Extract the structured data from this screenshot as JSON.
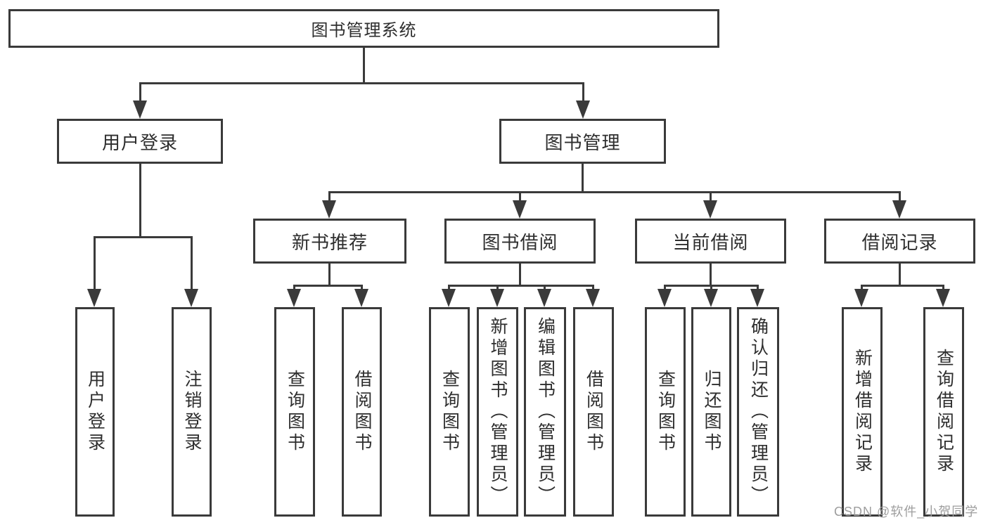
{
  "diagram_title": "图书管理系统",
  "tree": {
    "label": "图书管理系统",
    "children": [
      {
        "label": "用户登录",
        "children": [
          {
            "label": "用户登录"
          },
          {
            "label": "注销登录"
          }
        ]
      },
      {
        "label": "图书管理",
        "children": [
          {
            "label": "新书推荐",
            "children": [
              {
                "label": "查询图书"
              },
              {
                "label": "借阅图书"
              }
            ]
          },
          {
            "label": "图书借阅",
            "children": [
              {
                "label": "查询图书"
              },
              {
                "label": "新增图书（管理员）"
              },
              {
                "label": "编辑图书（管理员）"
              },
              {
                "label": "借阅图书"
              }
            ]
          },
          {
            "label": "当前借阅",
            "children": [
              {
                "label": "查询图书"
              },
              {
                "label": "归还图书"
              },
              {
                "label": "确认归还（管理员）"
              }
            ]
          },
          {
            "label": "借阅记录",
            "children": [
              {
                "label": "新增借阅记录"
              },
              {
                "label": "查询借阅记录"
              }
            ]
          }
        ]
      }
    ]
  },
  "watermark": "CSDN @软件_小贺同学",
  "colors": {
    "line": "#3a3a3a",
    "text": "#2e2e2e",
    "watermark": "#9e9e9e",
    "background": "#ffffff"
  }
}
